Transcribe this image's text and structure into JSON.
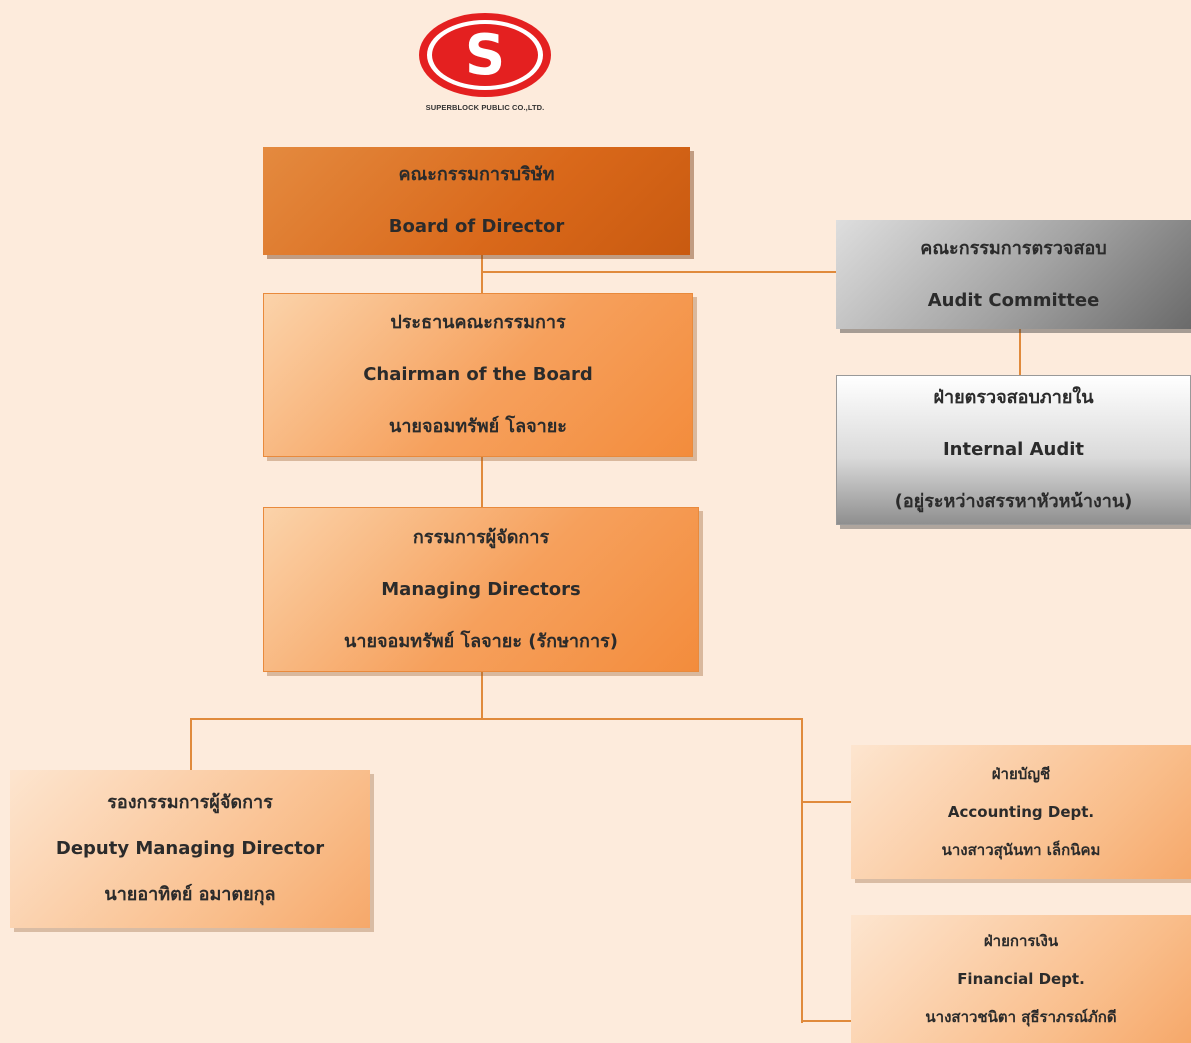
{
  "logo": {
    "letter": "S",
    "company": "SUPERBLOCK PUBLIC CO.,LTD."
  },
  "board": {
    "th": "คณะกรรมการบริษัท",
    "en": "Board of Director"
  },
  "chairman": {
    "th": "ประธานคณะกรรมการ",
    "en": "Chairman of the Board",
    "person": "นายจอมทรัพย์ โลจายะ"
  },
  "audit_committee": {
    "th": "คณะกรรมการตรวจสอบ",
    "en": "Audit Committee"
  },
  "internal_audit": {
    "th": "ฝ่ายตรวจสอบภายใน",
    "en": "Internal Audit",
    "note": "(อยู่ระหว่างสรรหาหัวหน้างาน)"
  },
  "managing": {
    "th": "กรรมการผู้จัดการ",
    "en": "Managing Directors",
    "person": "นายจอมทรัพย์ โลจายะ (รักษาการ)"
  },
  "deputy": {
    "th": "รองกรรมการผู้จัดการ",
    "en": "Deputy Managing Director",
    "person": "นายอาทิตย์ อมาตยกุล"
  },
  "accounting": {
    "th": "ฝ่ายบัญชี",
    "en": "Accounting Dept.",
    "person": "นางสาวสุนันทา เล็กนิคม"
  },
  "financial": {
    "th": "ฝ่ายการเงิน",
    "en": "Financial Dept.",
    "person": "นางสาวชนิตา สุธีราภรณ์ภักดี"
  },
  "colors": {
    "connector": "#e08a3c",
    "board": "#d9681a",
    "logo_red": "#e42020",
    "background": "#fdebdc"
  }
}
